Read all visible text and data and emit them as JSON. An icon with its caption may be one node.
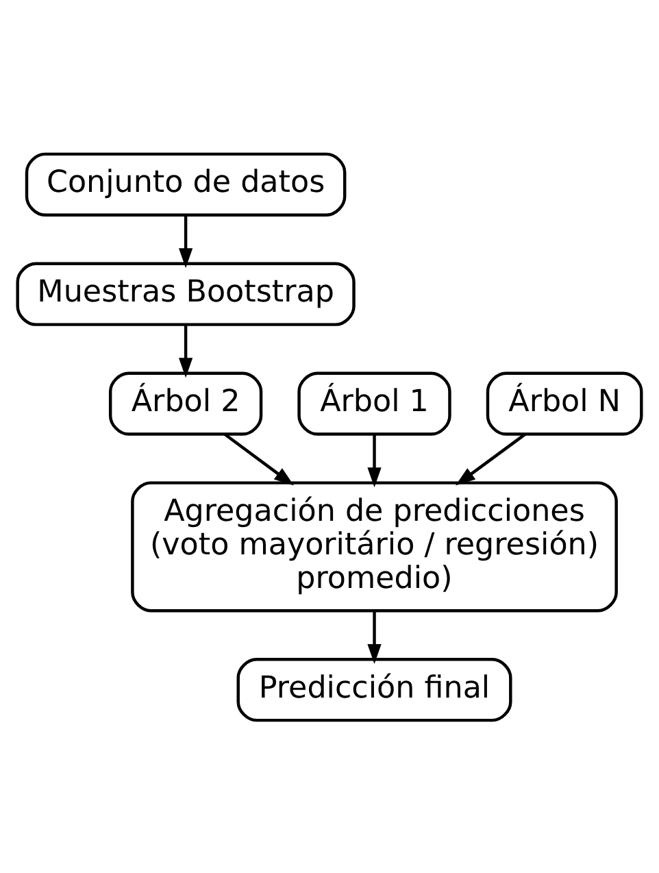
{
  "diagram": {
    "nodes": [
      {
        "text": [
          "Conjunto de datos"
        ]
      },
      {
        "text": [
          "Muestras Bootstrap"
        ]
      },
      {
        "text": [
          "Árbol 1"
        ]
      },
      {
        "text": [
          "Árbol 2"
        ]
      },
      {
        "text": [
          "Árbol N"
        ]
      },
      {
        "text": [
          "Agregación de predicciones (voto mayoritário / regresión) promedio)"
        ]
      },
      {
        "text": [
          "Predicción final"
        ]
      }
    ],
    "edges": [
      {
        "from": 0,
        "to": 1,
        "arrow": "to"
      },
      {
        "from": 1,
        "to": 3,
        "arrow": "to"
      },
      {
        "from": 2,
        "to": 5,
        "arrow": "to"
      },
      {
        "from": 3,
        "to": 5,
        "arrow": "to"
      },
      {
        "from": 4,
        "to": 5,
        "arrow": "to"
      },
      {
        "from": 5,
        "to": 6,
        "arrow": "to"
      }
    ]
  }
}
